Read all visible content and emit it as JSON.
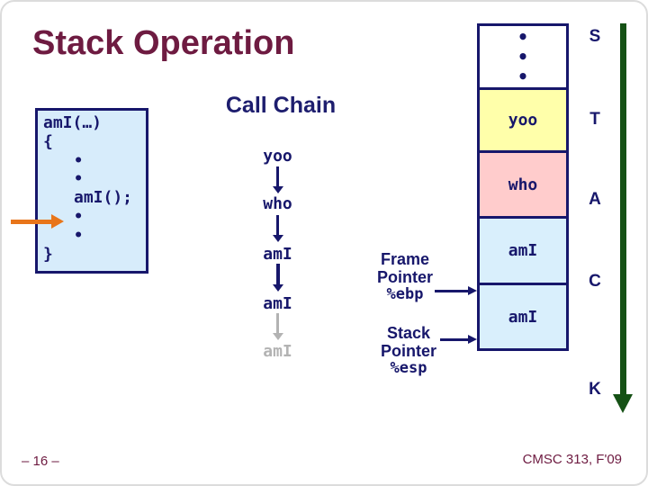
{
  "slide": {
    "title": "Stack Operation",
    "footer_left": "– 16 –",
    "footer_right": "CMSC 313, F'09"
  },
  "code_box": {
    "lines": [
      "amI(…)",
      "{",
      "•",
      "•",
      "amI();",
      "•",
      "•",
      "}"
    ]
  },
  "call_chain": {
    "heading": "Call Chain",
    "items": [
      "yoo",
      "who",
      "amI",
      "amI",
      "amI"
    ]
  },
  "stack": {
    "letters": [
      "S",
      "T",
      "A",
      "C",
      "K"
    ],
    "ellipsis_dot": "•",
    "cells": [
      "yoo",
      "who",
      "amI",
      "amI"
    ]
  },
  "pointers": {
    "frame": {
      "label": "Frame Pointer",
      "register": "%ebp"
    },
    "stack": {
      "label": "Stack Pointer",
      "register": "%esp"
    }
  },
  "colors": {
    "maroon": "#6e1b41",
    "navy": "#17176b",
    "code_bg": "#d7ecfb",
    "cell_yellow": "#ffffaa",
    "cell_pink": "#ffcccc",
    "cell_blue": "#d9effc",
    "gray": "#b3b3b3",
    "green": "#155115",
    "orange": "#e8751a"
  }
}
